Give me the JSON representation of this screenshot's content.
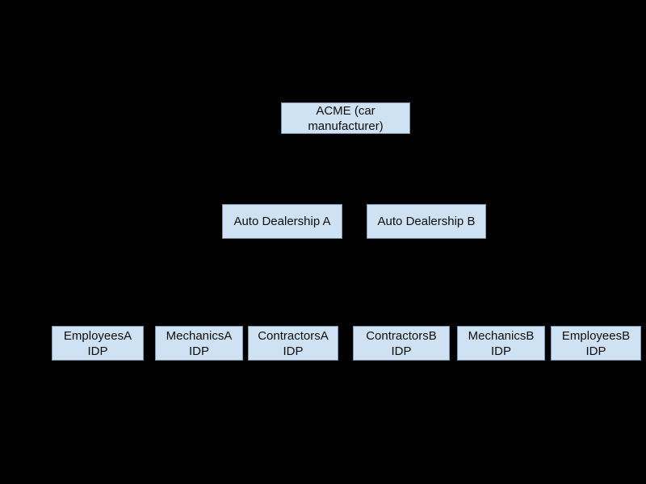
{
  "diagram": {
    "type": "hierarchy",
    "colors": {
      "background": "#000000",
      "node_fill": "#cfe2f3",
      "node_border": "#7f98b0",
      "node_text": "#0d0d0d"
    },
    "nodes": {
      "acme": {
        "label": "ACME (car manufacturer)",
        "lines": [
          "ACME (car",
          "manufacturer)"
        ],
        "level": 0
      },
      "dealership_a": {
        "label": "Auto Dealership A",
        "lines": [
          "Auto Dealership A"
        ],
        "level": 1
      },
      "dealership_b": {
        "label": "Auto Dealership B",
        "lines": [
          "Auto Dealership B"
        ],
        "level": 1
      },
      "employees_a": {
        "label": "EmployeesA IDP",
        "lines": [
          "EmployeesA",
          "IDP"
        ],
        "level": 2
      },
      "mechanics_a": {
        "label": "MechanicsA IDP",
        "lines": [
          "MechanicsA",
          "IDP"
        ],
        "level": 2
      },
      "contractors_a": {
        "label": "ContractorsA IDP",
        "lines": [
          "ContractorsA",
          "IDP"
        ],
        "level": 2
      },
      "contractors_b": {
        "label": "ContractorsB IDP",
        "lines": [
          "ContractorsB",
          "IDP"
        ],
        "level": 2
      },
      "mechanics_b": {
        "label": "MechanicsB IDP",
        "lines": [
          "MechanicsB",
          "IDP"
        ],
        "level": 2
      },
      "employees_b": {
        "label": "EmployeesB IDP",
        "lines": [
          "EmployeesB",
          "IDP"
        ],
        "level": 2
      }
    }
  }
}
